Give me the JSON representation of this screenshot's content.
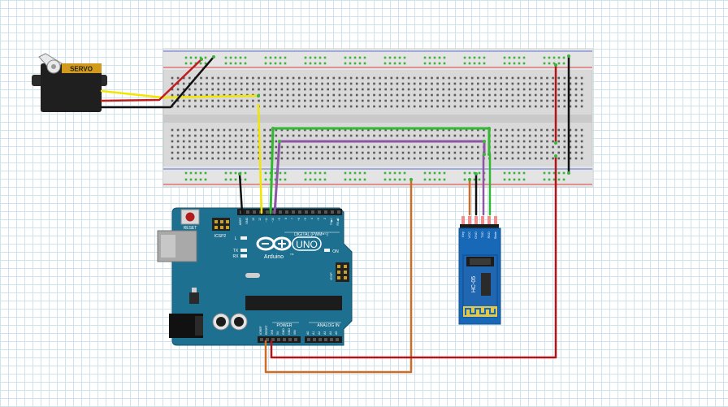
{
  "servo": {
    "label": "SERVO"
  },
  "arduino": {
    "reset_label": "RESET",
    "icsp2_label": "ICSP2",
    "tx_label": "TX",
    "rx_label": "RX",
    "l_label": "L",
    "on_label": "ON",
    "brand": "Arduino",
    "tm": "TM",
    "model": "UNO",
    "digital_label": "DIGITAL (PWM=~)",
    "power_label": "POWER",
    "analog_label": "ANALOG IN",
    "icsp_label": "ICSP",
    "top_pins": [
      "AREF",
      "GND",
      "13",
      "12",
      "~11",
      "~10",
      "~9",
      "8",
      "7",
      "~6",
      "~5",
      "4",
      "~3",
      "2",
      "TX▶1",
      "RX◀0"
    ],
    "power_pins": [
      "IOREF",
      "RESET",
      "3V3",
      "5V",
      "GND",
      "GND",
      "VIN"
    ],
    "analog_pins": [
      "A0",
      "A1",
      "A2",
      "A3",
      "A4",
      "A5"
    ]
  },
  "bluetooth": {
    "model": "HC-05",
    "pins": [
      "Key",
      "VCC",
      "GND",
      "TXD",
      "RXD",
      "State"
    ]
  },
  "colors": {
    "breadboard": "#d9d9d9",
    "arduino_blue": "#1d7090",
    "wire_red": "#b3141a",
    "wire_black": "#1a1a1a",
    "wire_yellow": "#f2e600",
    "wire_green": "#33b833",
    "wire_purple": "#8f55a5",
    "wire_orange": "#cc6c26",
    "hc05_blue": "#1868b8"
  }
}
